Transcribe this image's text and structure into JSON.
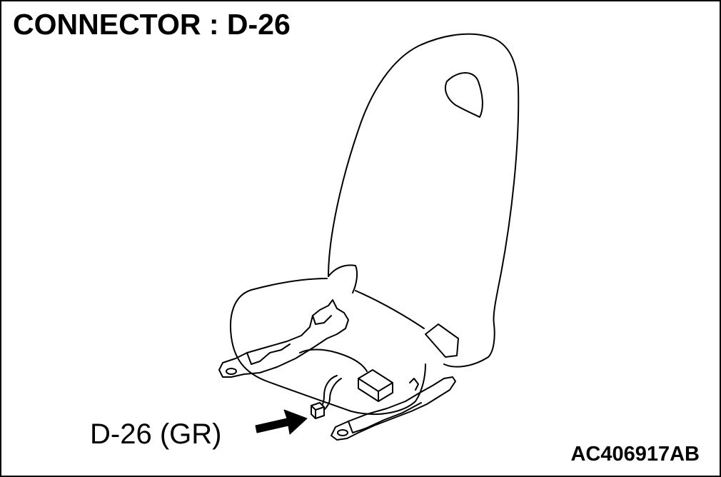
{
  "header": {
    "title": "CONNECTOR : D-26"
  },
  "diagram": {
    "callout_label": "D-26 (GR)",
    "figure_code": "AC406917AB",
    "line_color": "#000000",
    "background_color": "#ffffff"
  }
}
